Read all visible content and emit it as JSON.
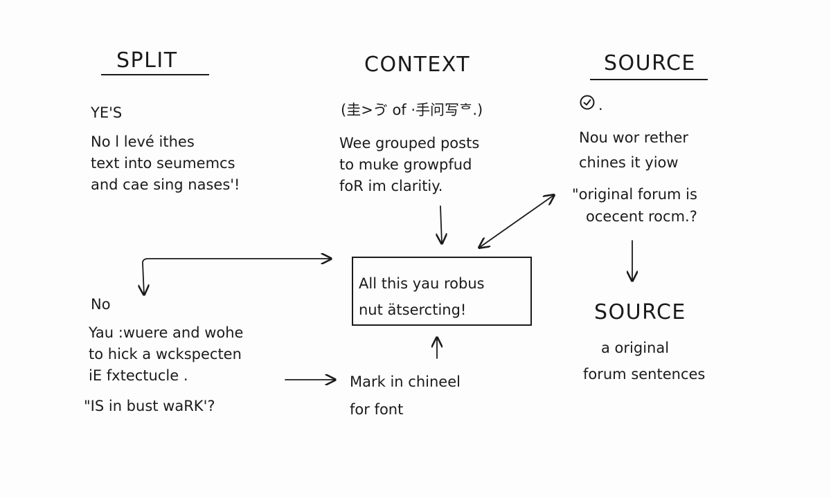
{
  "columns": {
    "split": {
      "header": "SPLIT",
      "yes_label": "YE'S",
      "yes_lines": [
        "No l levé ithes",
        "text into seumemcs",
        "and cae sing nases'!"
      ],
      "no_label": "No",
      "no_lines": [
        "Yau :wuere and wohe",
        "to hick a wckspecten",
        "iE fxtectucle ."
      ],
      "no_quote": "\"IS in bust waRK'?"
    },
    "context": {
      "header": "CONTEXT",
      "paren_note": "(圭>ゔ of ·手问写ᄒ.)",
      "lines": [
        "Wee grouped posts",
        "to muke growpfud",
        "foR im claritiy."
      ]
    },
    "source": {
      "header": "SOURCE",
      "check_icon": "check-circle-icon",
      "check_suffix": ".",
      "lines": [
        "Nou wor rether",
        "chines it yiow"
      ],
      "quote_lines": [
        "\"original forum is",
        "ocecent rocm.?"
      ],
      "result_header": "SOURCE",
      "result_lines": [
        "a original",
        "forum sentences"
      ]
    }
  },
  "center_box": {
    "lines": [
      "All this yau robus",
      "nut ätsercting!"
    ]
  },
  "bottom_note": {
    "lines": [
      "Mark in chineel",
      "for font"
    ]
  }
}
